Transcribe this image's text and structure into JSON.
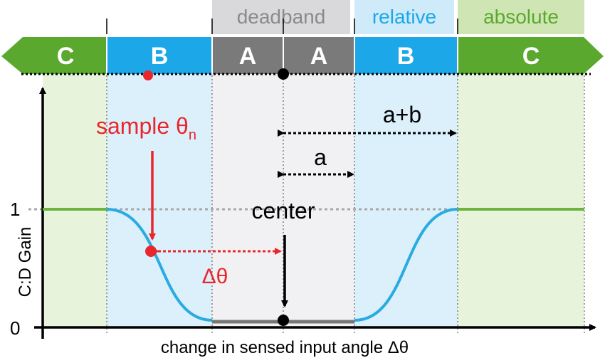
{
  "header": {
    "deadband": "deadband",
    "relative": "relative",
    "absolute": "absolute"
  },
  "zones": {
    "c_left": "C",
    "b_left": "B",
    "a_left": "A",
    "a_right": "A",
    "b_right": "B",
    "c_right": "C"
  },
  "annotations": {
    "sample": "sample θ",
    "sample_sub": "n",
    "a_plus_b": "a+b",
    "a": "a",
    "center": "center",
    "delta_theta": "Δθ"
  },
  "axes": {
    "y_label": "C:D Gain",
    "y_tick_1": "1",
    "y_tick_0": "0",
    "x_label": "change in sensed input angle Δθ"
  },
  "colors": {
    "green_zone": "#5ba82e",
    "blue_zone": "#1ca8e8",
    "gray_zone": "#7a7a7a",
    "curve_blue": "#29abe2",
    "gain_green": "#6db33f",
    "red_accent": "#e8262b",
    "light_green_bg": "#e8f3dc",
    "light_blue_bg": "#dcf0fb",
    "light_gray_bg": "#f1f1f3"
  }
}
